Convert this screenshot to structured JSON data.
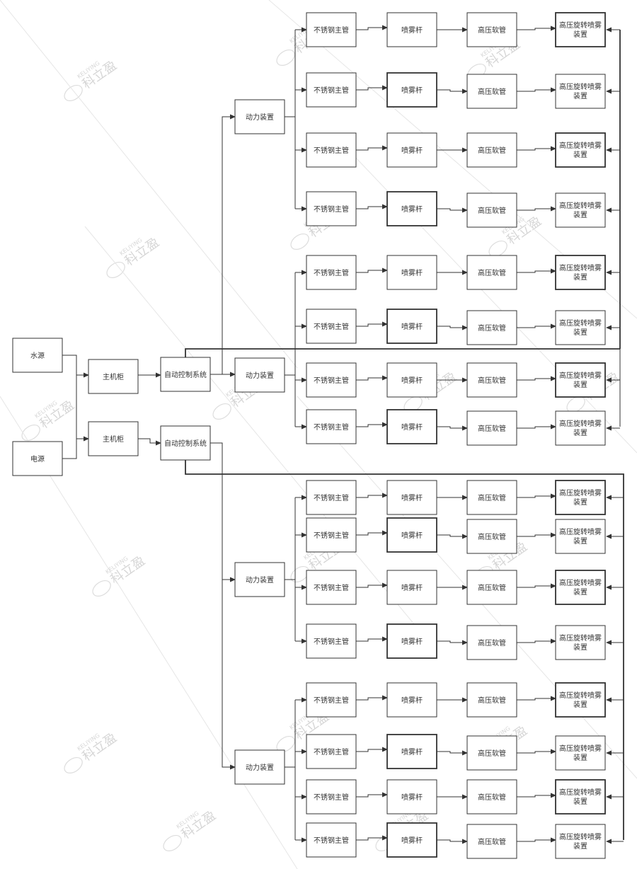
{
  "watermark": {
    "mark": "科立盈",
    "latin": "KELIYING"
  },
  "labels": {
    "water": "水源",
    "power": "电源",
    "host": "主机柜",
    "ctrl": "自动控制系统",
    "unit": "动力装置",
    "main_pipe": "不锈钢主管",
    "spray_bar": "喷雾杆",
    "hose": "高压软管",
    "device": "高压旋转喷雾装置"
  }
}
